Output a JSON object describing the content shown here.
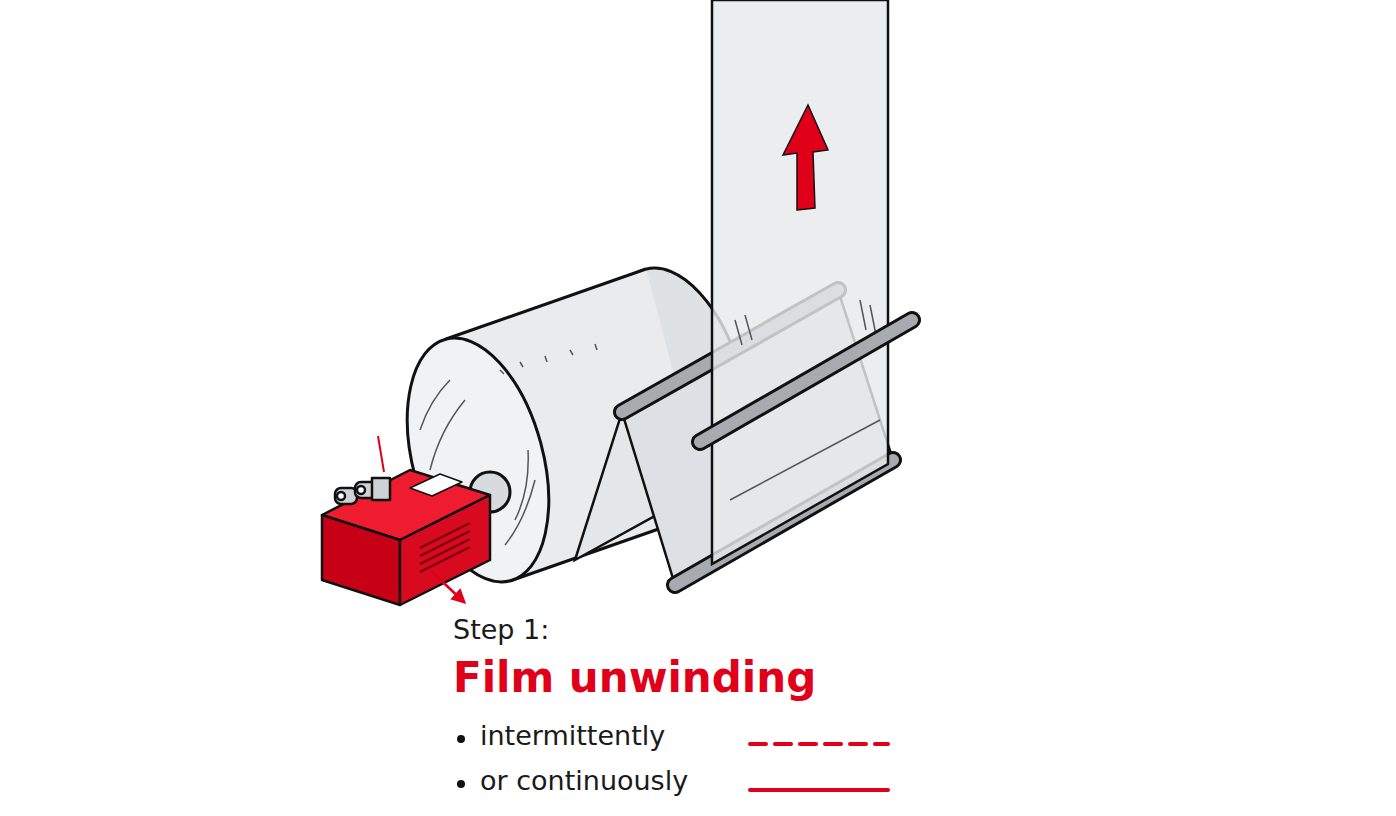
{
  "diagram": {
    "title": "Film unwinding",
    "labels": [
      "Step 1:"
    ],
    "legend": [
      {
        "text": "intermittently"
      },
      {
        "text": "or continuously"
      }
    ]
  }
}
